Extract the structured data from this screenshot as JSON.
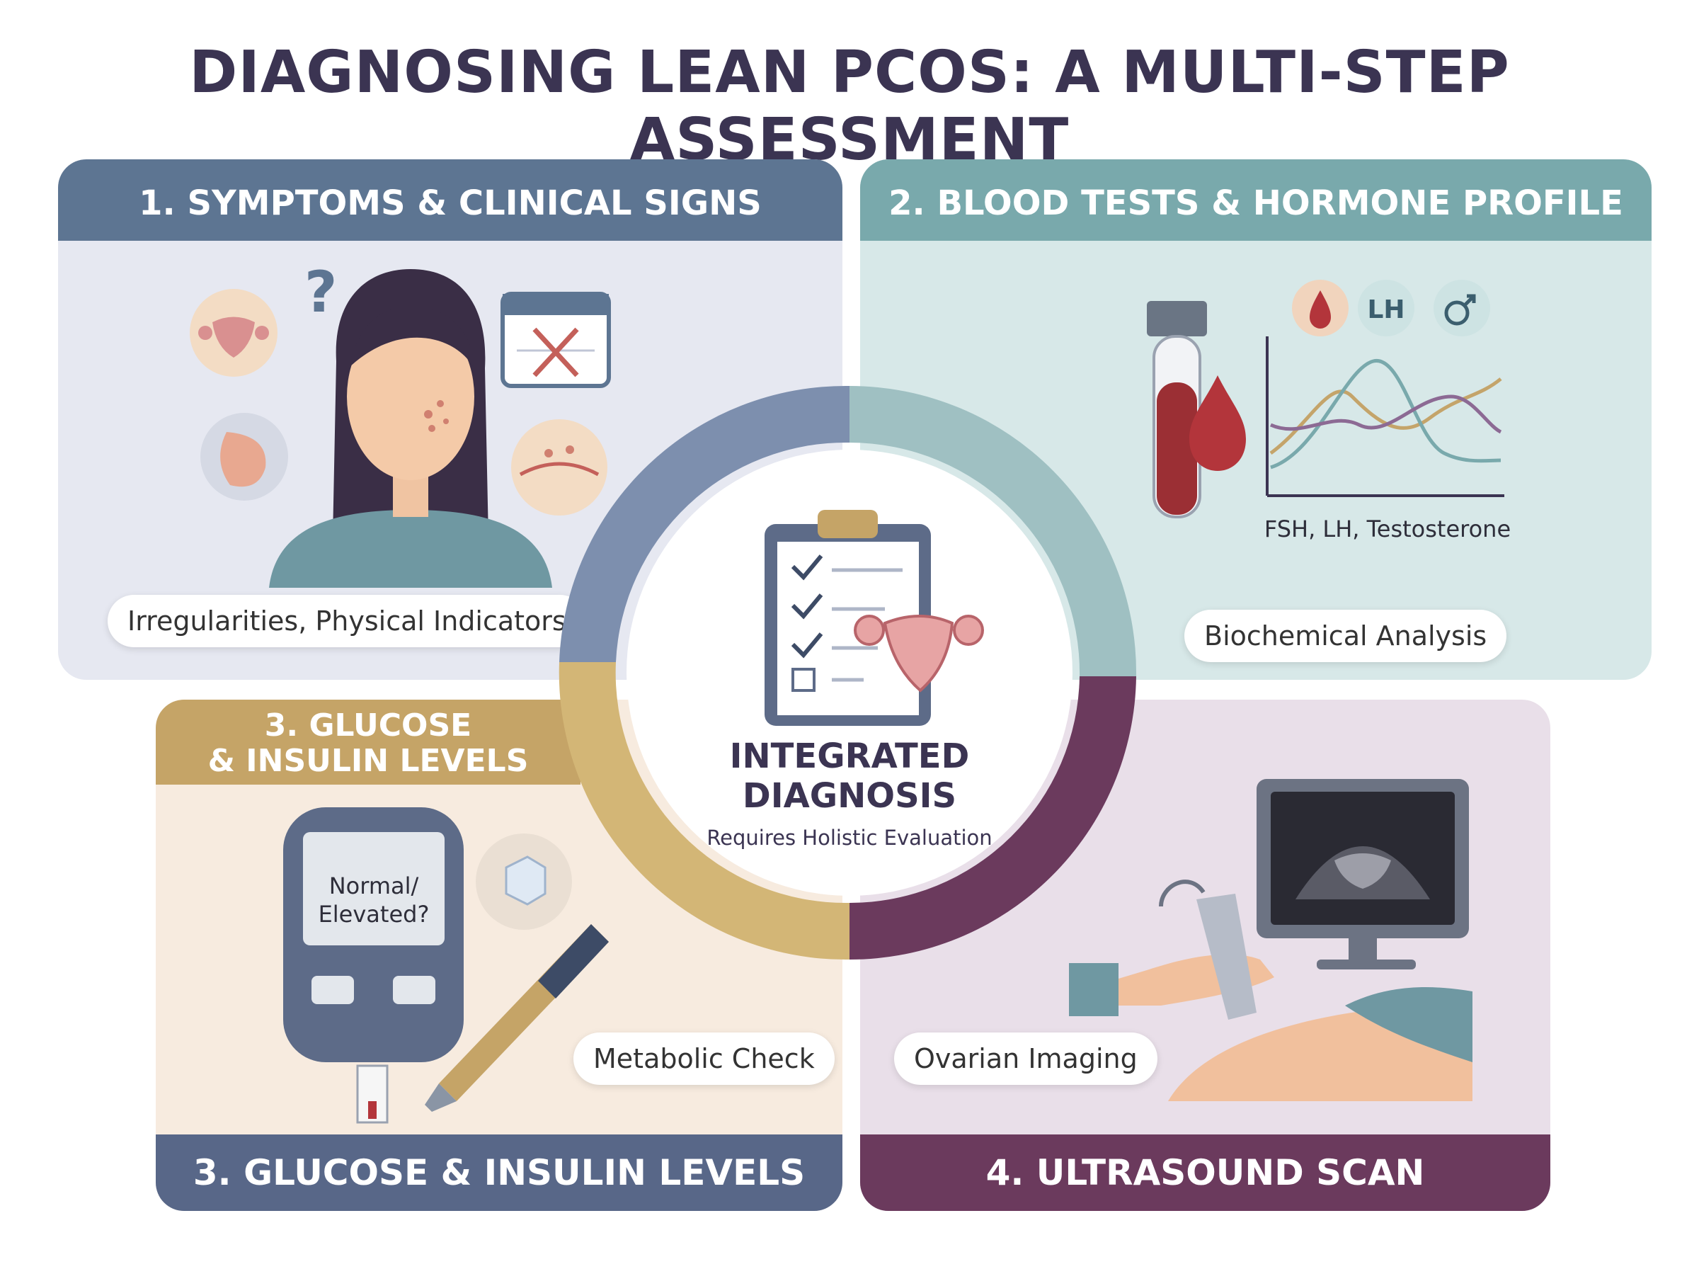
{
  "title": "DIAGNOSING LEAN PCOS: A MULTI-STEP ASSESSMENT",
  "steps": [
    {
      "header": "1. SYMPTOMS & CLINICAL SIGNS",
      "pill": "Irregularities, Physical Indicators",
      "color": "#5d7592"
    },
    {
      "header": "2. BLOOD TESTS & HORMONE PROFILE",
      "pill": "Biochemical Analysis",
      "chart_label": "FSH, LH, Testosterone",
      "badge_lh": "LH",
      "color": "#79a9ac"
    },
    {
      "header_top_line1": "3. GLUCOSE",
      "header_top_line2": "& INSULIN LEVELS",
      "header": "3. GLUCOSE & INSULIN LEVELS",
      "pill": "Metabolic Check",
      "meter_line1": "Normal/",
      "meter_line2": "Elevated?",
      "color": "#c5a467"
    },
    {
      "header": "4. ULTRASOUND SCAN",
      "pill": "Ovarian Imaging",
      "color": "#6b3a5d"
    }
  ],
  "center": {
    "title_line1": "INTEGRATED",
    "title_line2": "DIAGNOSIS",
    "subtitle": "Requires Holistic Evaluation"
  }
}
